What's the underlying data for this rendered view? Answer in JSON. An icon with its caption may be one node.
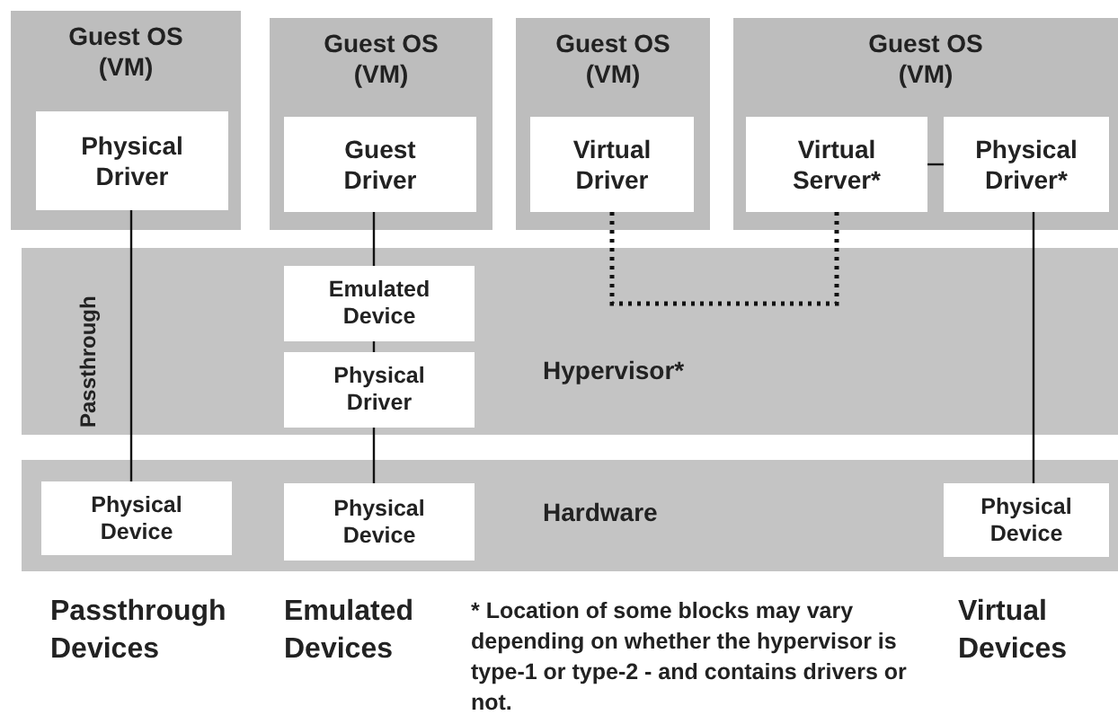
{
  "diagram": {
    "nodes": [
      {
        "text": [
          "Guest OS (VM)"
        ]
      },
      {
        "text": [
          "Physical Driver"
        ],
        "in": 0
      },
      {
        "text": [
          "Guest OS (VM)"
        ]
      },
      {
        "text": [
          "Guest Driver"
        ],
        "in": 2
      },
      {
        "text": [
          "Guest OS (VM)"
        ]
      },
      {
        "text": [
          "Virtual Driver"
        ],
        "in": 4
      },
      {
        "text": [
          "Guest OS (VM)"
        ]
      },
      {
        "text": [
          "Virtual Server*"
        ],
        "in": 6
      },
      {
        "text": [
          "Physical Driver*"
        ],
        "in": 6
      },
      {
        "text": [
          "Hypervisor*"
        ]
      },
      {
        "text": [
          "Emulated Device"
        ],
        "in": 9
      },
      {
        "text": [
          "Physical Driver"
        ],
        "in": 9
      },
      {
        "text": [
          "Hardware"
        ]
      },
      {
        "text": [
          "Physical Device"
        ],
        "in": 12
      },
      {
        "text": [
          "Physical Device"
        ],
        "in": 12
      },
      {
        "text": [
          "Physical Device"
        ],
        "in": 12
      }
    ],
    "edges": [
      {
        "from": 1,
        "to": 13,
        "arrow": "none"
      },
      {
        "from": 3,
        "to": 10,
        "arrow": "none"
      },
      {
        "from": 10,
        "to": 11,
        "arrow": "none"
      },
      {
        "from": 11,
        "to": 14,
        "arrow": "none"
      },
      {
        "from": 5,
        "to": 7,
        "arrow": "none",
        "style": "dashed"
      },
      {
        "from": 7,
        "to": 8,
        "arrow": "none"
      },
      {
        "from": 8,
        "to": 15,
        "arrow": "none"
      }
    ],
    "labels": [
      "Passthrough",
      "Passthrough Devices",
      "Emulated Devices",
      "* Location of some blocks may vary depending on whether the hypervisor is type-1 or type-2 - and contains drivers or not.",
      "Virtual Devices"
    ]
  }
}
